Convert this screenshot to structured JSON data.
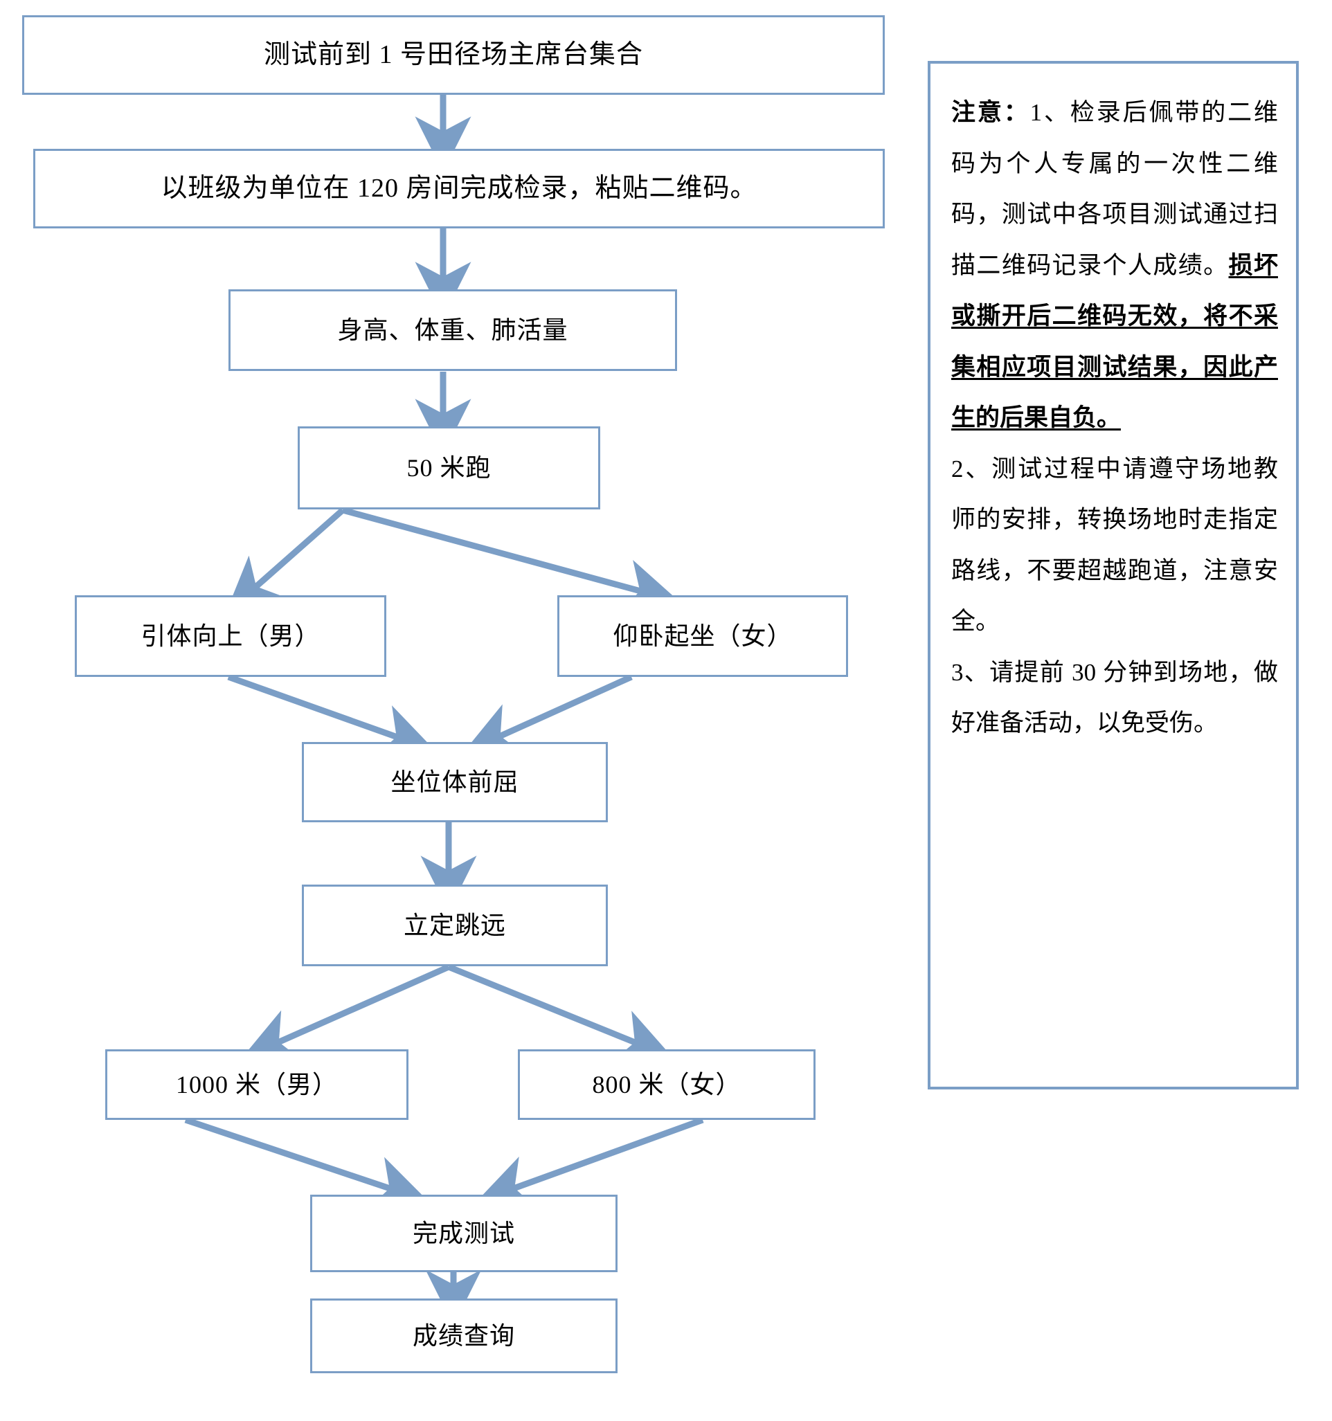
{
  "colors": {
    "border": "#7b9ec6",
    "connector": "#7b9ec6",
    "text": "#000000",
    "background": "#ffffff"
  },
  "flowchart": {
    "title_node": "测试前到 1 号田径场主席台集合",
    "nodes": [
      {
        "id": "assemble",
        "label": "测试前到 1 号田径场主席台集合"
      },
      {
        "id": "checkin",
        "label": "以班级为单位在 120 房间完成检录，粘贴二维码。"
      },
      {
        "id": "body",
        "label": "身高、体重、肺活量"
      },
      {
        "id": "sprint50",
        "label": "50 米跑"
      },
      {
        "id": "pullup",
        "label": "引体向上（男）"
      },
      {
        "id": "situp",
        "label": "仰卧起坐（女）"
      },
      {
        "id": "sitreach",
        "label": "坐位体前屈"
      },
      {
        "id": "longjump",
        "label": "立定跳远"
      },
      {
        "id": "run1000",
        "label": "1000 米（男）"
      },
      {
        "id": "run800",
        "label": "800 米（女）"
      },
      {
        "id": "finish",
        "label": "完成测试"
      },
      {
        "id": "query",
        "label": "成绩查询"
      }
    ]
  },
  "notice": {
    "heading": "注意：",
    "item1_prefix": "1、检录后佩带的二维码为个人专属的一次性二维码，测试中各项目测试通过扫描二维码记录个人成绩。",
    "item1_emphasis": "损坏或撕开后二维码无效，将不采集相应项目测试结果，因此产生的后果自负。",
    "item2": "2、测试过程中请遵守场地教师的安排，转换场地时走指定路线，不要超越跑道，注意安全。",
    "item3": "3、请提前 30 分钟到场地，做好准备活动，以免受伤。"
  }
}
